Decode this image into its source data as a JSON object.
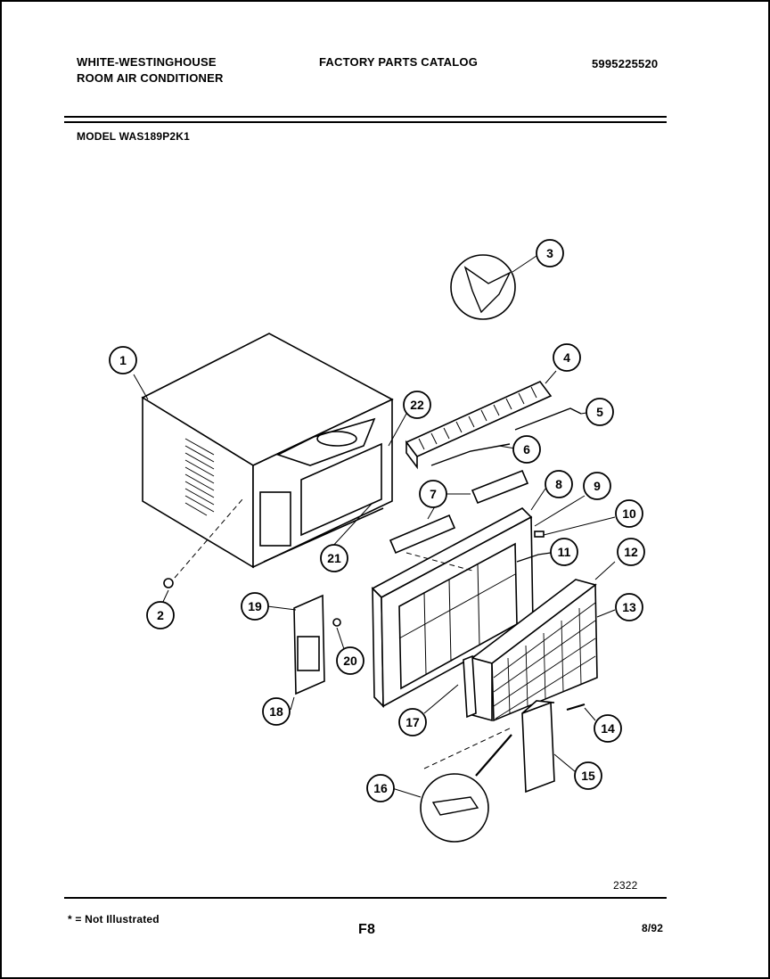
{
  "header": {
    "brand_line1": "WHITE-WESTINGHOUSE",
    "brand_line2": "ROOM AIR CONDITIONER",
    "catalog_title": "FACTORY PARTS CATALOG",
    "catalog_number": "5995225520",
    "model": "MODEL WAS189P2K1"
  },
  "diagram": {
    "callouts": [
      "1",
      "2",
      "3",
      "4",
      "5",
      "6",
      "7",
      "8",
      "9",
      "10",
      "11",
      "12",
      "13",
      "14",
      "15",
      "16",
      "17",
      "18",
      "19",
      "20",
      "21",
      "22"
    ]
  },
  "footer": {
    "drawing_number": "2322",
    "note": "* = Not Illustrated",
    "page_code": "F8",
    "date": "8/92"
  }
}
